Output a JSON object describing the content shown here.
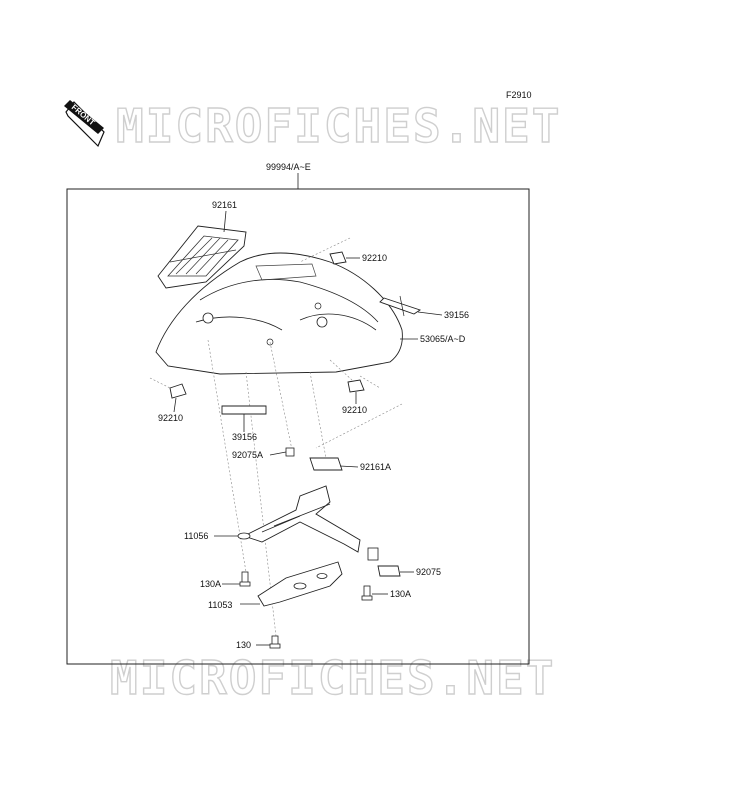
{
  "figure_code": "F2910",
  "front_label": "FRONT",
  "watermark": "MICROFICHES.NET",
  "assembly_label": "99994/A~E",
  "callouts": {
    "c92161": "92161",
    "c92210_top": "92210",
    "c39156_right": "39156",
    "c53065": "53065/A~D",
    "c92210_left": "92210",
    "c92210_mid": "92210",
    "c39156_left": "39156",
    "c92075A": "92075A",
    "c92161A": "92161A",
    "c11056": "11056",
    "c92075": "92075",
    "c130A_left": "130A",
    "c11053": "11053",
    "c130A_right": "130A",
    "c130": "130"
  }
}
